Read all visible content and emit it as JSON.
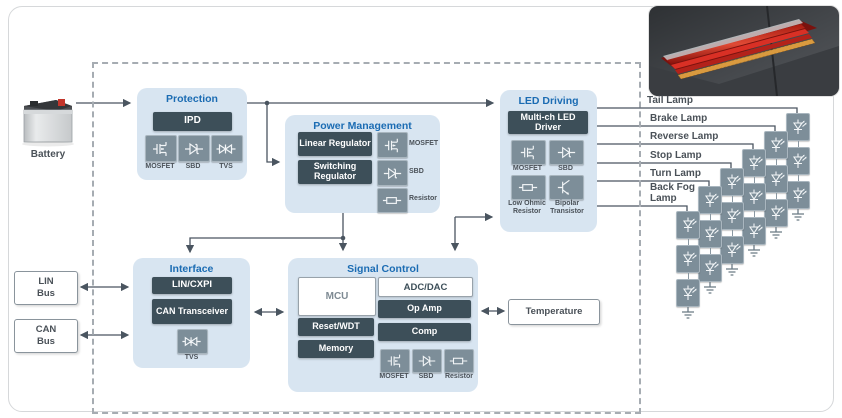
{
  "battery_label": "Battery",
  "lin_bus": {
    "line1": "LIN",
    "line2": "Bus"
  },
  "can_bus": {
    "line1": "CAN",
    "line2": "Bus"
  },
  "temperature_label": "Temperature",
  "blocks": {
    "protection": {
      "title": "Protection",
      "chip": "IPD",
      "components": [
        {
          "name": "mosfet",
          "label": "MOSFET"
        },
        {
          "name": "sbd",
          "label": "SBD"
        },
        {
          "name": "tvs",
          "label": "TVS"
        }
      ]
    },
    "power_management": {
      "title": "Power Management",
      "chip1": "Linear Regulator",
      "chip2": "Switching Regulator",
      "components": [
        {
          "name": "mosfet",
          "label": "MOSFET"
        },
        {
          "name": "sbd",
          "label": "SBD"
        },
        {
          "name": "resistor",
          "label": "Resistor"
        }
      ]
    },
    "led_driving": {
      "title": "LED Driving",
      "chip": "Multi-ch LED Driver",
      "components": [
        {
          "name": "mosfet",
          "label": "MOSFET"
        },
        {
          "name": "sbd",
          "label": "SBD"
        },
        {
          "name": "resistor",
          "label": "Low Ohmic Resistor"
        },
        {
          "name": "bjt",
          "label": "Bipolar Transistor"
        }
      ]
    },
    "interface": {
      "title": "Interface",
      "chip1": "LIN/CXPI",
      "chip2": "CAN Transceiver",
      "component": {
        "name": "tvs",
        "label": "TVS"
      }
    },
    "signal_control": {
      "title": "Signal Control",
      "left_chips": [
        "MCU",
        "Reset/WDT",
        "Memory"
      ],
      "right_chips": [
        "ADC/DAC",
        "Op Amp",
        "Comp"
      ],
      "components": [
        {
          "name": "mosfet",
          "label": "MOSFET"
        },
        {
          "name": "sbd",
          "label": "SBD"
        },
        {
          "name": "resistor",
          "label": "Resistor"
        }
      ]
    }
  },
  "lamps": [
    {
      "label": "Tail Lamp"
    },
    {
      "label": "Brake Lamp"
    },
    {
      "label": "Reverse Lamp"
    },
    {
      "label": "Stop Lamp"
    },
    {
      "label": "Turn Lamp"
    },
    {
      "label": "Back Fog Lamp"
    }
  ],
  "colors": {
    "title_blue": "#1b6cb3",
    "block_bg": "#d8e5f1",
    "chip_dark": "#3d4f59",
    "icon_gray": "#7d8e99",
    "line_gray": "#4a5560"
  }
}
